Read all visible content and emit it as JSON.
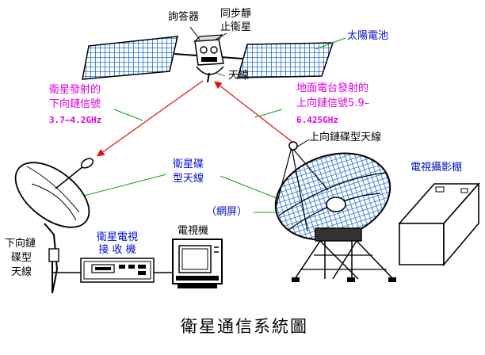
{
  "labels": {
    "transponder": "詢答器",
    "geo_satellite_1": "同步靜",
    "geo_satellite_2": "止衛星",
    "solar_cell": "太陽電池",
    "antenna": "天線",
    "downlink_1": "衛星發射的",
    "downlink_2": "下向鏈信號",
    "downlink_freq": "3.7–4.2GHz",
    "uplink_1": "地面電台發射的",
    "uplink_2": "上向鏈信號5.9–",
    "uplink_freq": "6.425GHz",
    "uplink_dish": "上向鏈碟型天線",
    "sat_dish_1": "衛星碟",
    "sat_dish_2": "型天線",
    "mesh": "（網屏）",
    "tv_studio": "電視攝影棚",
    "down_dish_1": "下向鏈",
    "down_dish_2": "碟型",
    "down_dish_3": "天線",
    "receiver_1": "衛星電視",
    "receiver_2": "接 收 機",
    "tv_set": "電視機",
    "title": "衛星通信系統圖"
  }
}
